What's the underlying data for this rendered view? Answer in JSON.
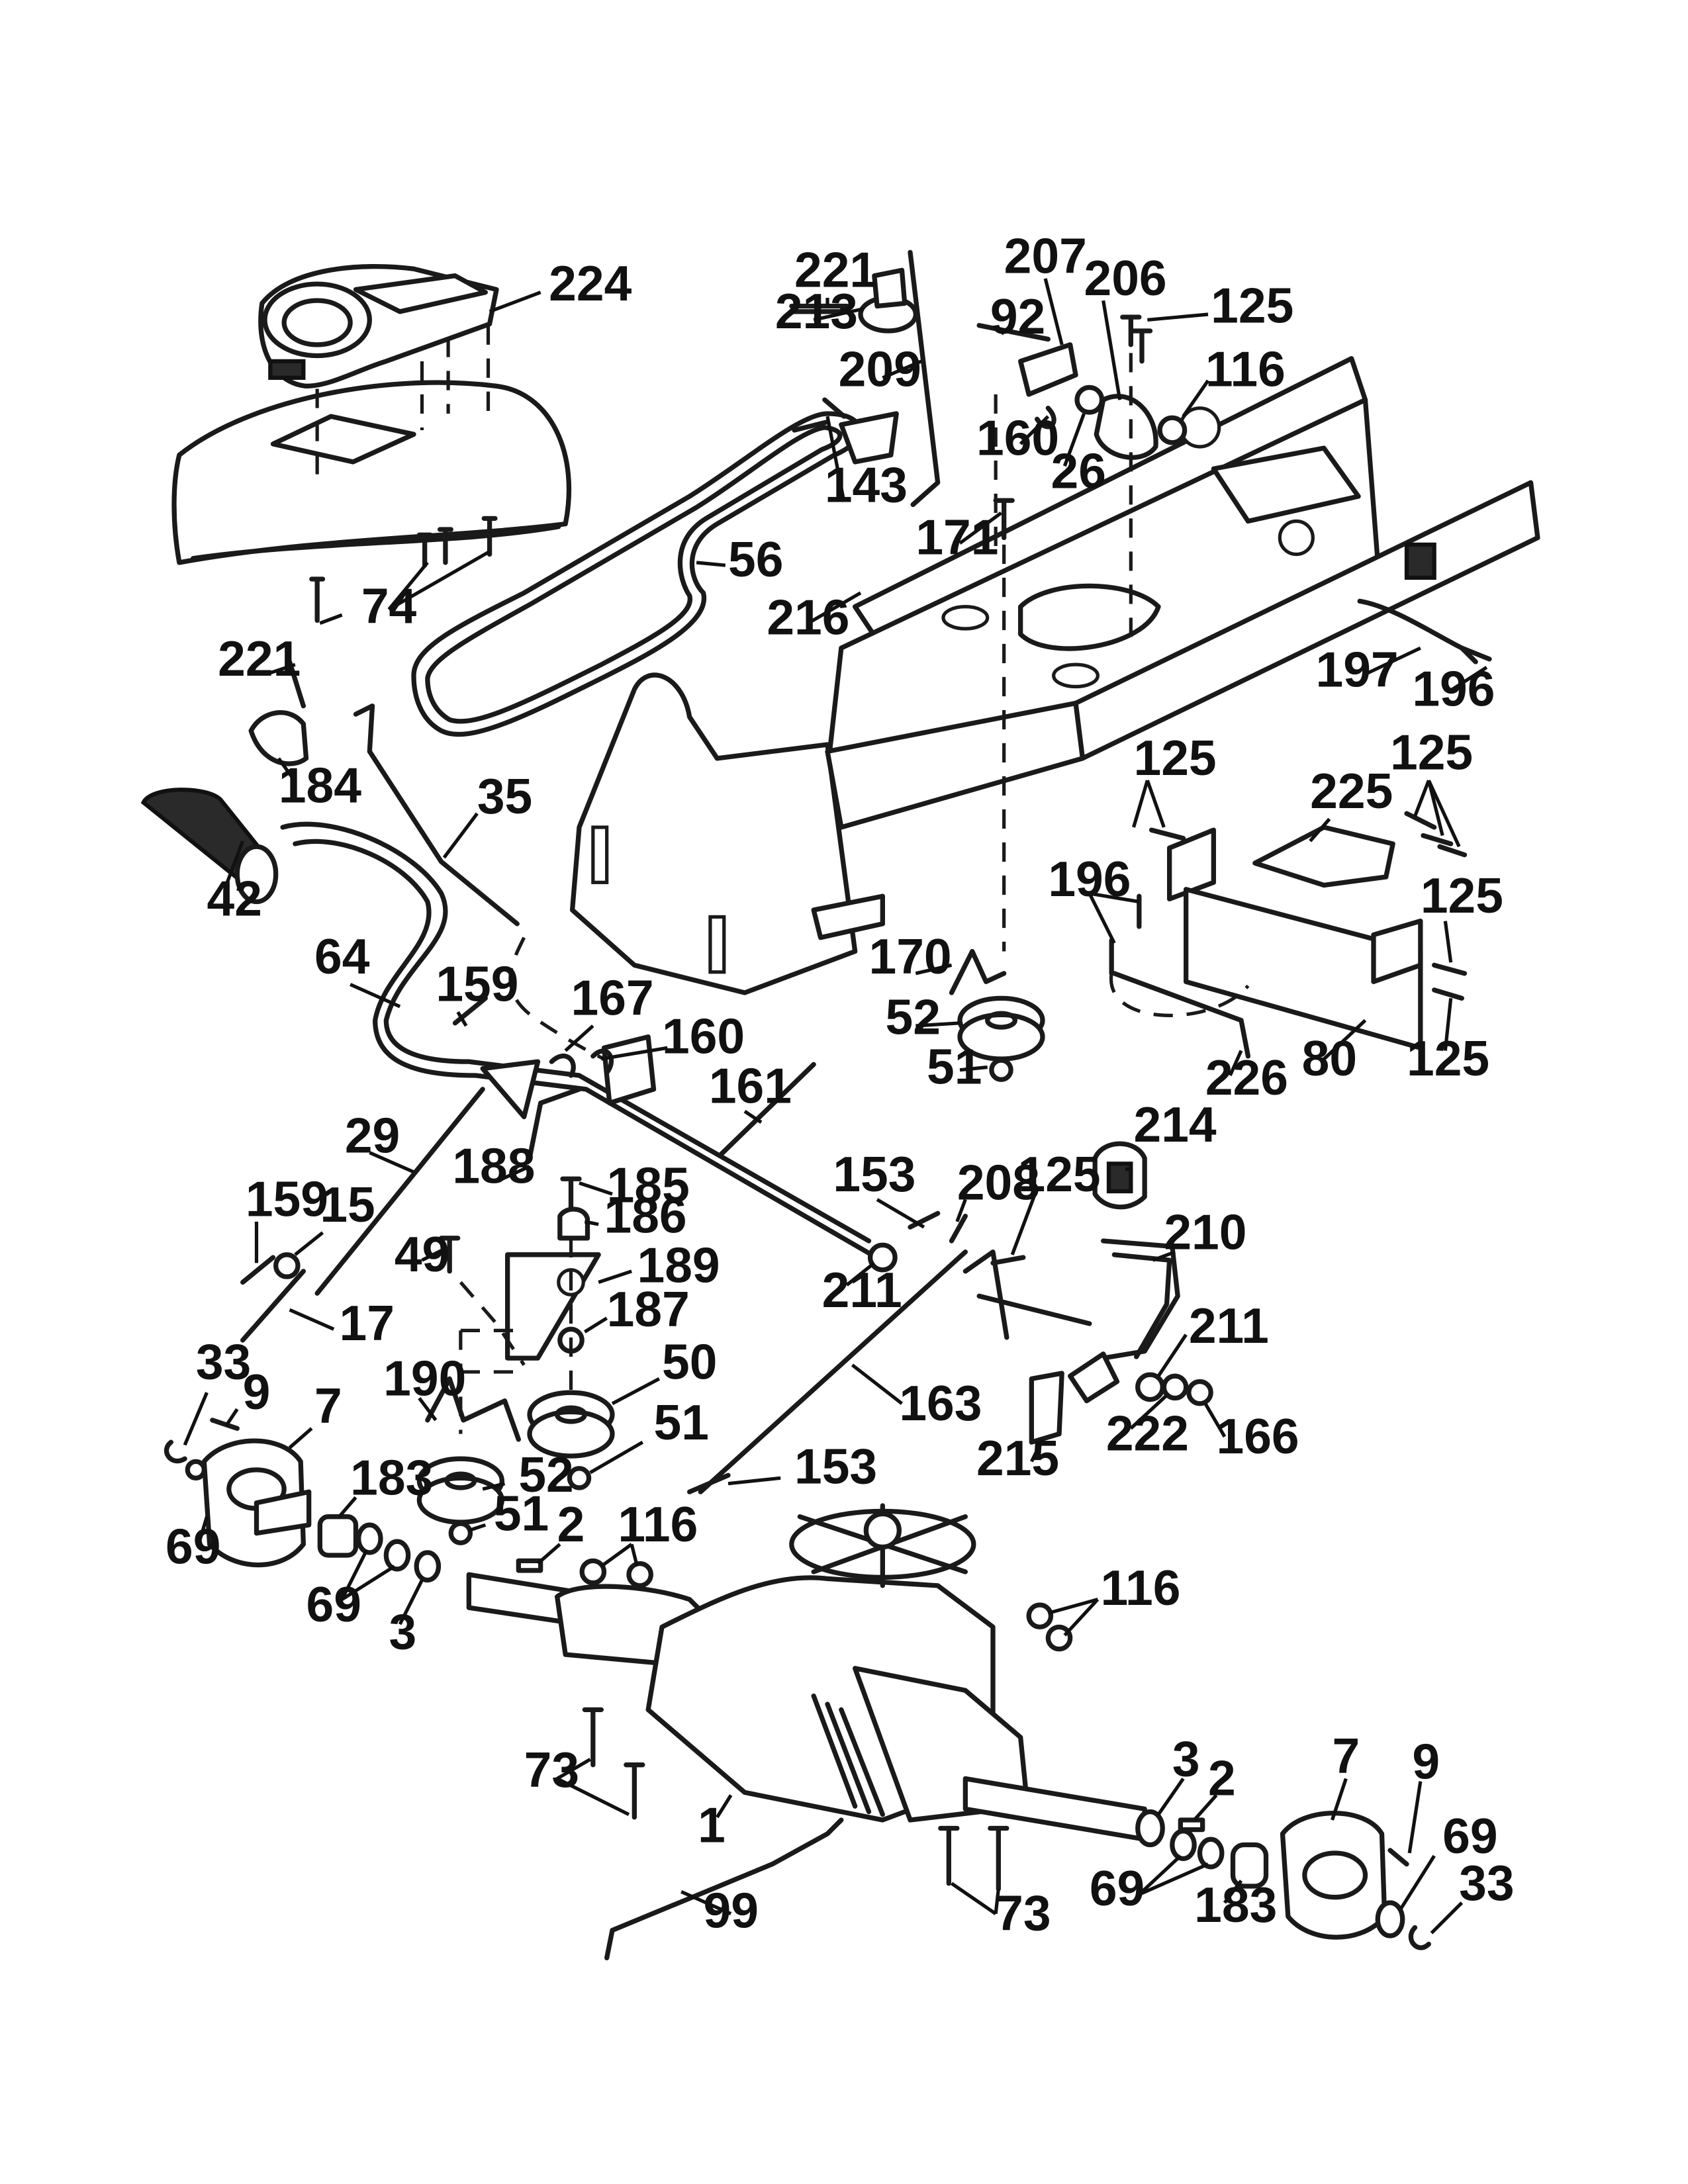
{
  "callouts": {
    "c224": "224",
    "c221a": "221",
    "c213": "213",
    "c209": "209",
    "c207": "207",
    "c206": "206",
    "c92": "92",
    "c125a": "125",
    "c116a": "116",
    "c160a": "160",
    "c26": "26",
    "c143": "143",
    "c171": "171",
    "c56": "56",
    "c216": "216",
    "c74": "74",
    "c221b": "221",
    "c184": "184",
    "c197": "197",
    "c196a": "196",
    "c35": "35",
    "c42": "42",
    "c125b": "125",
    "c125c": "125",
    "c225": "225",
    "c196b": "196",
    "c125d": "125",
    "c64": "64",
    "c159a": "159",
    "c167": "167",
    "c160b": "160",
    "c170": "170",
    "c52a": "52",
    "c51a": "51",
    "c226": "226",
    "c80": "80",
    "c125e": "125",
    "c161": "161",
    "c214": "214",
    "c29": "29",
    "c188": "188",
    "c185": "185",
    "c153a": "153",
    "c208": "208",
    "c125f": "125",
    "c210": "210",
    "c159b": "159",
    "c15": "15",
    "c186": "186",
    "c49": "49",
    "c189": "189",
    "c211a": "211",
    "c17": "17",
    "c187": "187",
    "c211b": "211",
    "c33a": "33",
    "c50": "50",
    "c163": "163",
    "c222": "222",
    "c166": "166",
    "c9a": "9",
    "c7a": "7",
    "c190": "190",
    "c51b": "51",
    "c215": "215",
    "c183a": "183",
    "c52b": "52",
    "c153b": "153",
    "c69a": "69",
    "c51c": "51",
    "c2a": "2",
    "c116b": "116",
    "c116c": "116",
    "c69b": "69",
    "c3a": "3",
    "c73a": "73",
    "c1": "1",
    "c3b": "3",
    "c2b": "2",
    "c7b": "7",
    "c9b": "9",
    "c69c": "69",
    "c33b": "33",
    "c99": "99",
    "c73b": "73",
    "c69d": "69",
    "c183b": "183"
  }
}
